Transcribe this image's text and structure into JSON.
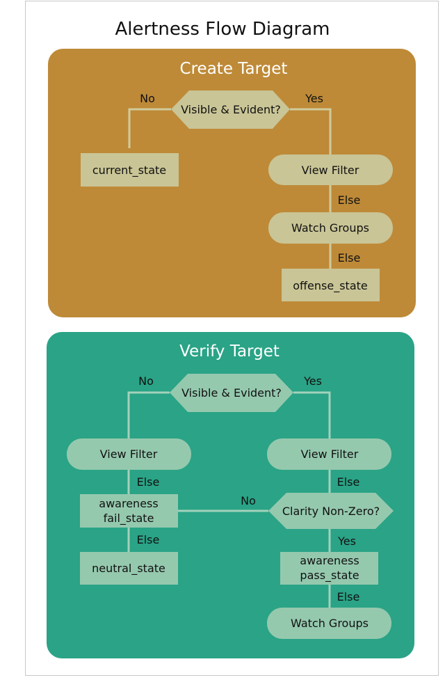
{
  "title": "Alertness Flow Diagram",
  "colors": {
    "create_panel": "#be8a38",
    "create_node": "#c9c596",
    "verify_panel": "#2aa386",
    "verify_node": "#95c9ae",
    "connector_create": "#d1cb9b",
    "connector_verify": "#a3d2bb"
  },
  "create": {
    "title": "Create Target",
    "decision": "Visible & Evident?",
    "no_label": "No",
    "yes_label": "Yes",
    "current_state": "current_state",
    "view_filter": "View Filter",
    "else_1": "Else",
    "watch_groups": "Watch Groups",
    "else_2": "Else",
    "offense_state": "offense_state"
  },
  "verify": {
    "title": "Verify Target",
    "decision": "Visible & Evident?",
    "no_label": "No",
    "yes_label": "Yes",
    "left_view_filter": "View Filter",
    "left_else_1": "Else",
    "fail_state_line1": "awareness",
    "fail_state_line2": "fail_state",
    "left_else_2": "Else",
    "neutral_state": "neutral_state",
    "right_view_filter": "View Filter",
    "right_else_1": "Else",
    "clarity": "Clarity Non-Zero?",
    "clarity_no": "No",
    "clarity_yes": "Yes",
    "pass_state_line1": "awareness",
    "pass_state_line2": "pass_state",
    "right_else_2": "Else",
    "watch_groups": "Watch Groups"
  }
}
